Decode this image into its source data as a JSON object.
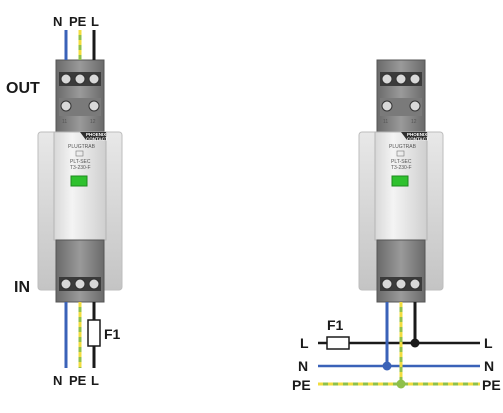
{
  "labels": {
    "out": "OUT",
    "in": "IN",
    "top_n": "N",
    "top_pe": "PE",
    "top_l": "L",
    "bottom_n": "N",
    "bottom_pe": "PE",
    "bottom_l": "L",
    "fuse_left": "F1",
    "fuse_right": "F1",
    "line_l_left": "L",
    "line_l_right": "L",
    "line_n_left": "N",
    "line_n_right": "N",
    "line_pe_left": "PE",
    "line_pe_right": "PE"
  },
  "device": {
    "brand_line1": "PHOENIX",
    "brand_line2": "CONTACT",
    "model": "PLUGTRAB",
    "spec_line1": "PLT-SEC",
    "spec_line2": "T3-230-F",
    "terminal_11": "11",
    "terminal_12": "12"
  },
  "colors": {
    "neutral": "#3a62b8",
    "live": "#1a1a1a",
    "pe_green": "#8fc04a",
    "pe_yellow": "#f1dc3e",
    "indicator": "#2fc12e"
  }
}
